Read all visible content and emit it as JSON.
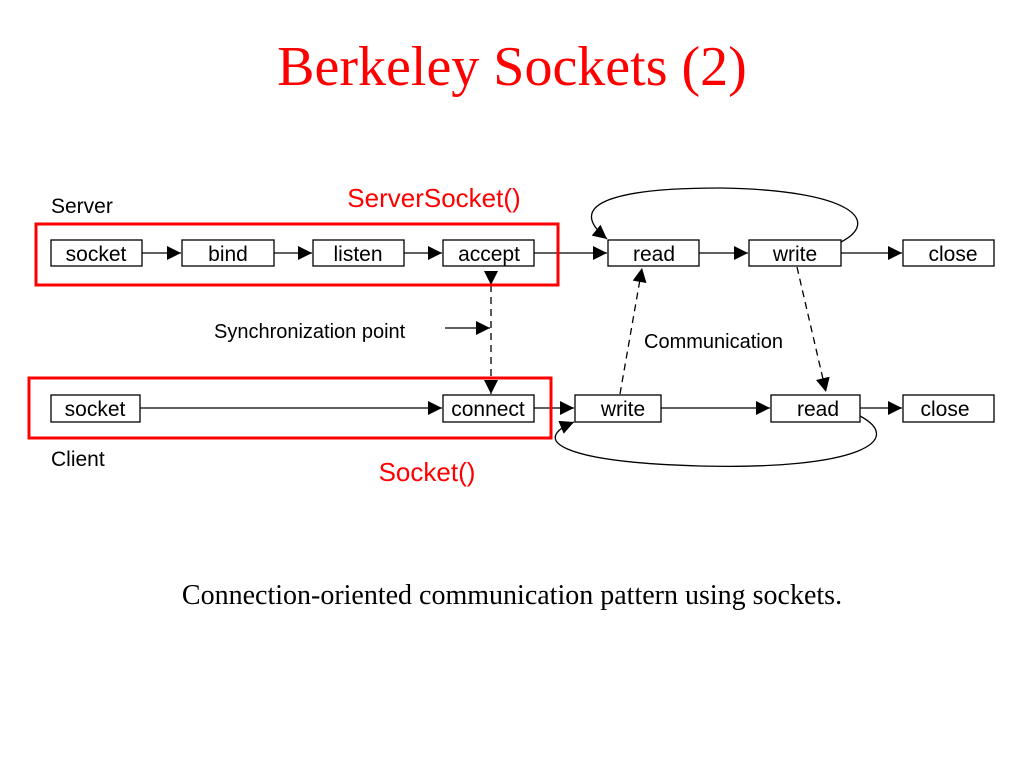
{
  "slide": {
    "title": "Berkeley Sockets (2)",
    "caption": "Connection-oriented communication pattern using sockets.",
    "accent_color": "#ff0000"
  },
  "diagram": {
    "server_label": "Server",
    "client_label": "Client",
    "server_boxes": [
      "socket",
      "bind",
      "listen",
      "accept",
      "read",
      "write",
      "close"
    ],
    "client_boxes": [
      "socket",
      "connect",
      "write",
      "read",
      "close"
    ],
    "server_highlight_label": "ServerSocket()",
    "client_highlight_label": "Socket()",
    "sync_label": "Synchronization point",
    "comm_label": "Communication"
  }
}
